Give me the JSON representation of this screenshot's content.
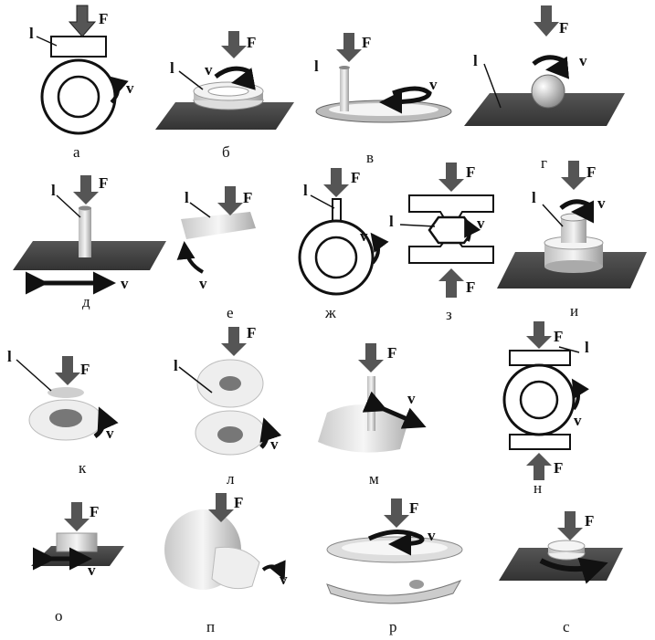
{
  "labels": {
    "force": "F",
    "velocity": "v",
    "element": "l"
  },
  "panels": [
    {
      "id": "a",
      "caption": "а"
    },
    {
      "id": "b",
      "caption": "б"
    },
    {
      "id": "v",
      "caption": "в"
    },
    {
      "id": "g",
      "caption": "г"
    },
    {
      "id": "d",
      "caption": "д"
    },
    {
      "id": "e",
      "caption": "е"
    },
    {
      "id": "zh",
      "caption": "ж"
    },
    {
      "id": "z",
      "caption": "з"
    },
    {
      "id": "i",
      "caption": "и"
    },
    {
      "id": "k",
      "caption": "к"
    },
    {
      "id": "l",
      "caption": "л"
    },
    {
      "id": "m",
      "caption": "м"
    },
    {
      "id": "n",
      "caption": "н"
    },
    {
      "id": "o",
      "caption": "о"
    },
    {
      "id": "p",
      "caption": "п"
    },
    {
      "id": "r",
      "caption": "р"
    },
    {
      "id": "s",
      "caption": "с"
    }
  ],
  "colors": {
    "ink": "#111111",
    "plate": "#4a4a4a",
    "shade": "#9a9a9a",
    "arrow": "#2a2a2a"
  }
}
